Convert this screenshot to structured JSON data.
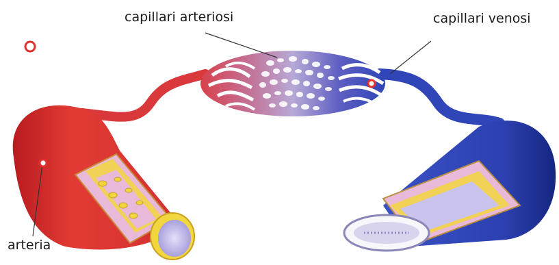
{
  "labels": {
    "arterial_capillaries": "capillari arteriosi",
    "venous_capillaries": "capillari venosi",
    "artery": "arteria"
  },
  "colors": {
    "artery_red": "#e0312f",
    "artery_dark": "#a8171c",
    "vein_blue": "#2f45b8",
    "vein_dark": "#14237a",
    "capillary_mid": "#9a86c9",
    "wall_yellow": "#f2d640",
    "wall_pink": "#e8b9d8",
    "lumen_lilac": "#c9c3ee",
    "marker_red": "#e0312f"
  },
  "icons": {
    "marker": "circle-marker-icon"
  }
}
